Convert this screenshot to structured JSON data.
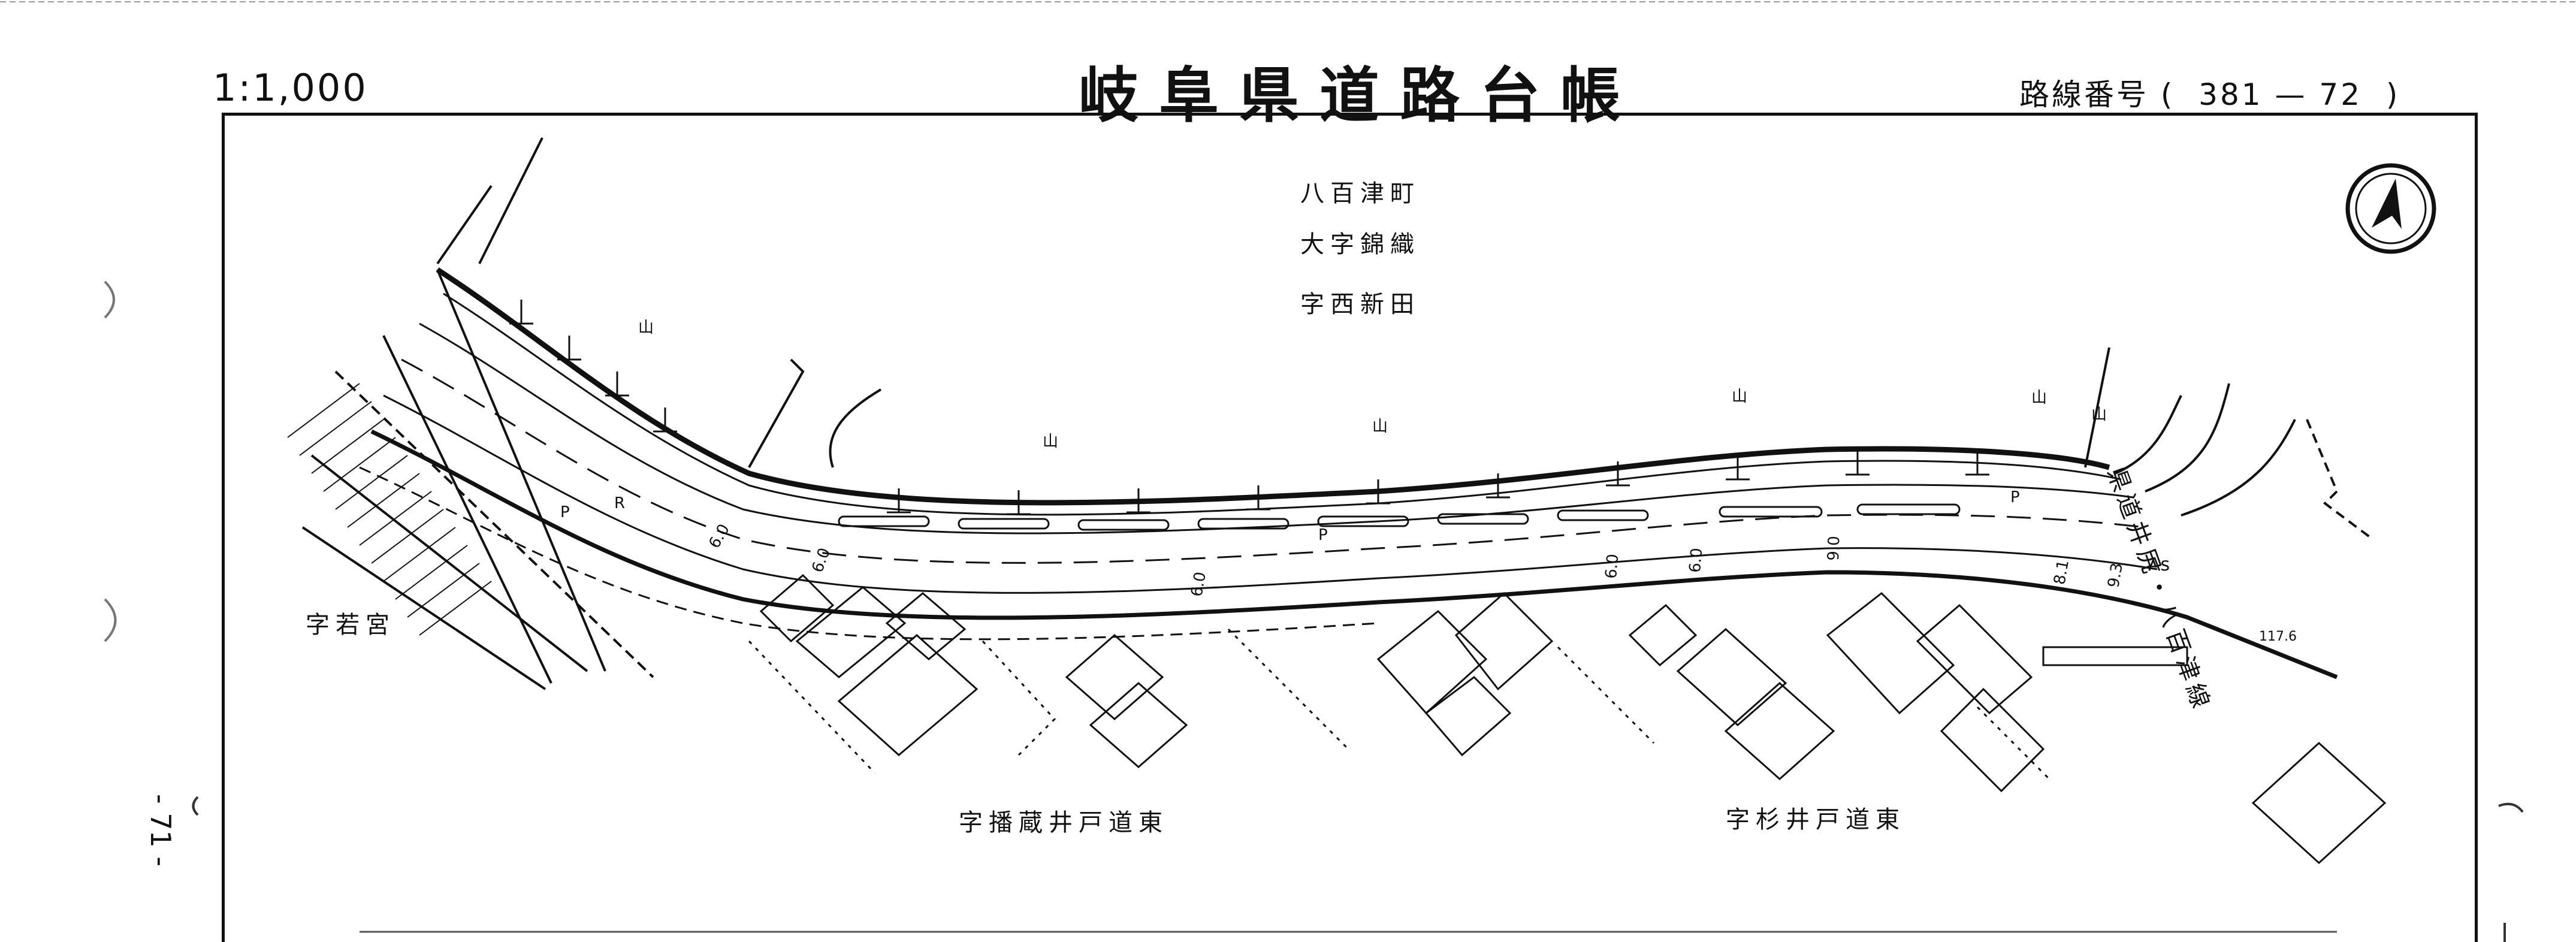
{
  "header": {
    "scale": "1:1,000",
    "title": "岐阜県道路台帳",
    "route_number_label": "路線番号 (  381 — 72  )"
  },
  "map": {
    "place_names": {
      "yaotsu_town": "八百津町",
      "oaza": "大字錦織",
      "aza_nishi_shinden": "字西新田",
      "aza_wakamiya": "字若宮",
      "aza_left_bottom": "字播蔵井戸道東",
      "aza_right_bottom": "字杉井戸道東"
    },
    "road_label": "県道井尻・八百津線",
    "surface_label": "As",
    "elevation_mark": "117.6",
    "width_marks": [
      "6.0",
      "6.0",
      "6.0",
      "6.0",
      "6.0",
      "9.0",
      "8.1",
      "9.3"
    ],
    "symbols": {
      "north_arrow": "north-arrow-icon",
      "parking_marks": [
        "P",
        "P",
        "P"
      ],
      "road_marker": "R"
    }
  },
  "margin": {
    "page_number": "- 71 -"
  }
}
